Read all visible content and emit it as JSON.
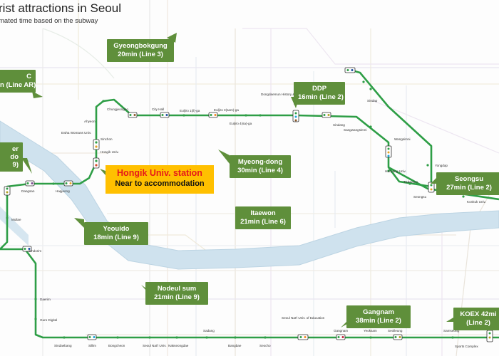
{
  "header": {
    "title": "rist attractions in Seoul",
    "subtitle": "mated time based on the subway"
  },
  "colors": {
    "route": "#2e9e46",
    "callout_bg": "#5f8f3b",
    "highlight_bg": "#ffc000",
    "highlight_title": "#e51a1a",
    "river": "#cfe2ee"
  },
  "highlight": {
    "title": "Hongik Univ. station",
    "subtitle": "Near to accommodation"
  },
  "attractions": [
    {
      "id": "gyeongbokgung",
      "name": "Gyeongbokgung",
      "time": "20min (Line 3)"
    },
    {
      "id": "line-ar",
      "name": "C",
      "time": "n (Line AR)"
    },
    {
      "id": "yeouido-left",
      "name": "er",
      "time": "do",
      "extra": "9)"
    },
    {
      "id": "ddp",
      "name": "DDP",
      "time": "16min (Line 2)"
    },
    {
      "id": "myeongdong",
      "name": "Myeong-dong",
      "time": "30min (Line 4)"
    },
    {
      "id": "itaewon",
      "name": "Itaewon",
      "time": "21min (Line 6)"
    },
    {
      "id": "yeouido",
      "name": "Yeouido",
      "time": "18min (Line 9)"
    },
    {
      "id": "seongsu",
      "name": "Seongsu",
      "time": "27min (Line 2)"
    },
    {
      "id": "nodeulsum",
      "name": "Nodeul sum",
      "time": "21min  (Line 9)"
    },
    {
      "id": "gangnam",
      "name": "Gangnam",
      "time": "38min  (Line  2)"
    },
    {
      "id": "koex",
      "name": "KOEX 42mi",
      "time": "(Line  2)"
    }
  ],
  "stations": {
    "chungjeongno": "Chungjeongno",
    "city_hall": "City Hall",
    "euljiro_1": "Euljiro 1(il)-ga",
    "euljiro_3": "Euljiro 3(sam)-ga",
    "euljiro_4": "Euljiro 4(sa)-ga",
    "dongdaemun": "Dongdaemun History & Culture Park",
    "sindang": "Sindang",
    "sangwangsimni": "Sangwangsimni",
    "sindap": "Sindap",
    "wangsimni": "Wangsimni",
    "hanyang": "Hanyang Univ.",
    "ttukseom": "Ttukseom",
    "seongsu": "Seongsu",
    "yongdap": "Yongdap",
    "konkuk": "Konkuk Univ.",
    "ahyeon": "Ahyeon",
    "ewha": "Ewha Womans Univ.",
    "sinchon": "Sinchon",
    "hongik": "Hongik Univ.",
    "dangsan": "Dangsan",
    "hapjeong": "Hapjeong",
    "mullae": "Mullae",
    "sindorim": "Sindorim",
    "daerim": "Daerim",
    "guro_digital": "Guro Digital",
    "sindaebang": "Sindaebang",
    "sillim": "Sillim",
    "bongcheon": "Bongcheon",
    "seoul_natl": "Seoul Nat'l Univ.",
    "nakseongdae": "Nakseongdae",
    "sadang": "Sadang",
    "bangbae": "Bangbae",
    "seocho": "Seocho",
    "seoul_natl_edu": "Seoul Nat'l Univ. of Education",
    "gangnam": "Gangnam",
    "yeoksam": "Yeoksam",
    "seolleung": "Seolleung",
    "samseong": "Samseong",
    "sports_complex": "Sports Complex"
  }
}
